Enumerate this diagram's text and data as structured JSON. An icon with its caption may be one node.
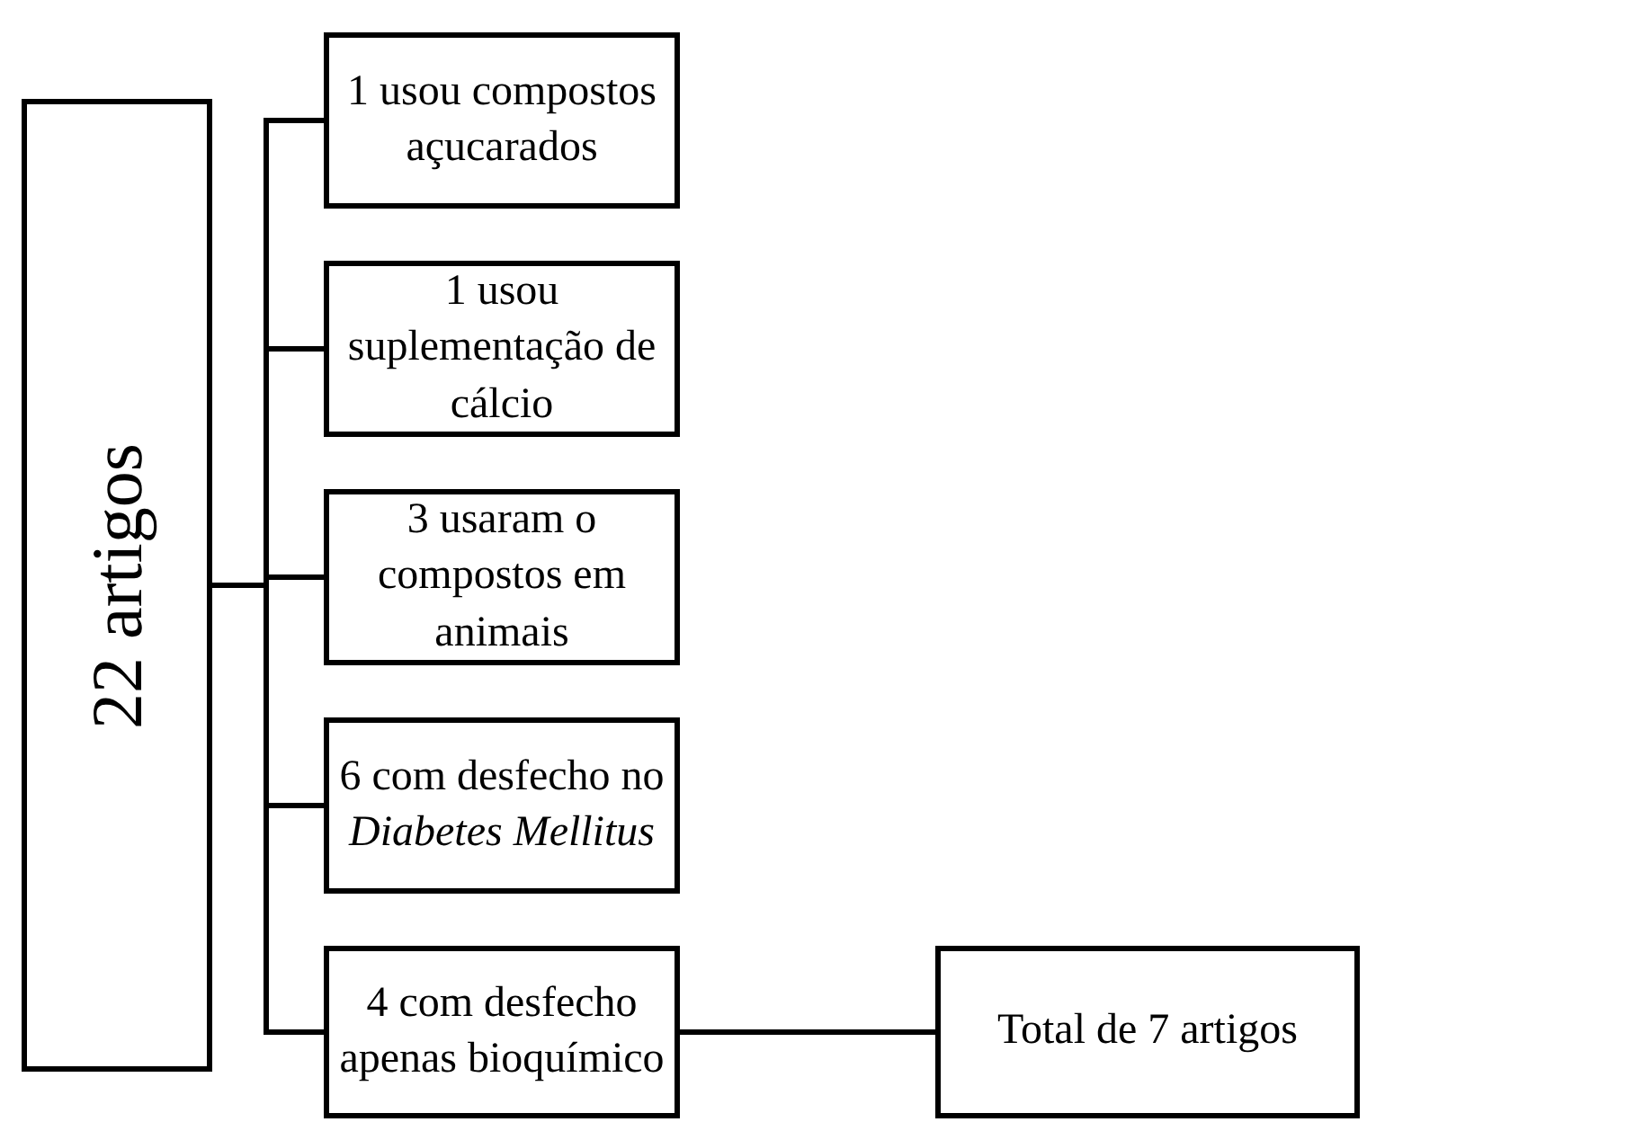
{
  "diagram": {
    "nodes": [
      {
        "text": [
          "22 artigos"
        ]
      },
      {
        "text": [
          "1 usou compostos açucarados"
        ]
      },
      {
        "text": [
          "1 usou suplementação de cálcio"
        ]
      },
      {
        "text": [
          "3 usaram o compostos em animais"
        ]
      },
      {
        "text": [
          "6 com desfecho no *Diabetes Mellitus*"
        ]
      },
      {
        "text": [
          "4 com desfecho apenas bioquímico"
        ]
      },
      {
        "text": [
          "Total de 7 artigos"
        ]
      }
    ],
    "edges": [
      {
        "from": 0,
        "to": 1,
        "arrow": "none"
      },
      {
        "from": 0,
        "to": 2,
        "arrow": "none"
      },
      {
        "from": 0,
        "to": 3,
        "arrow": "none"
      },
      {
        "from": 0,
        "to": 4,
        "arrow": "none"
      },
      {
        "from": 0,
        "to": 5,
        "arrow": "none"
      },
      {
        "from": 5,
        "to": 6,
        "arrow": "none"
      }
    ]
  }
}
